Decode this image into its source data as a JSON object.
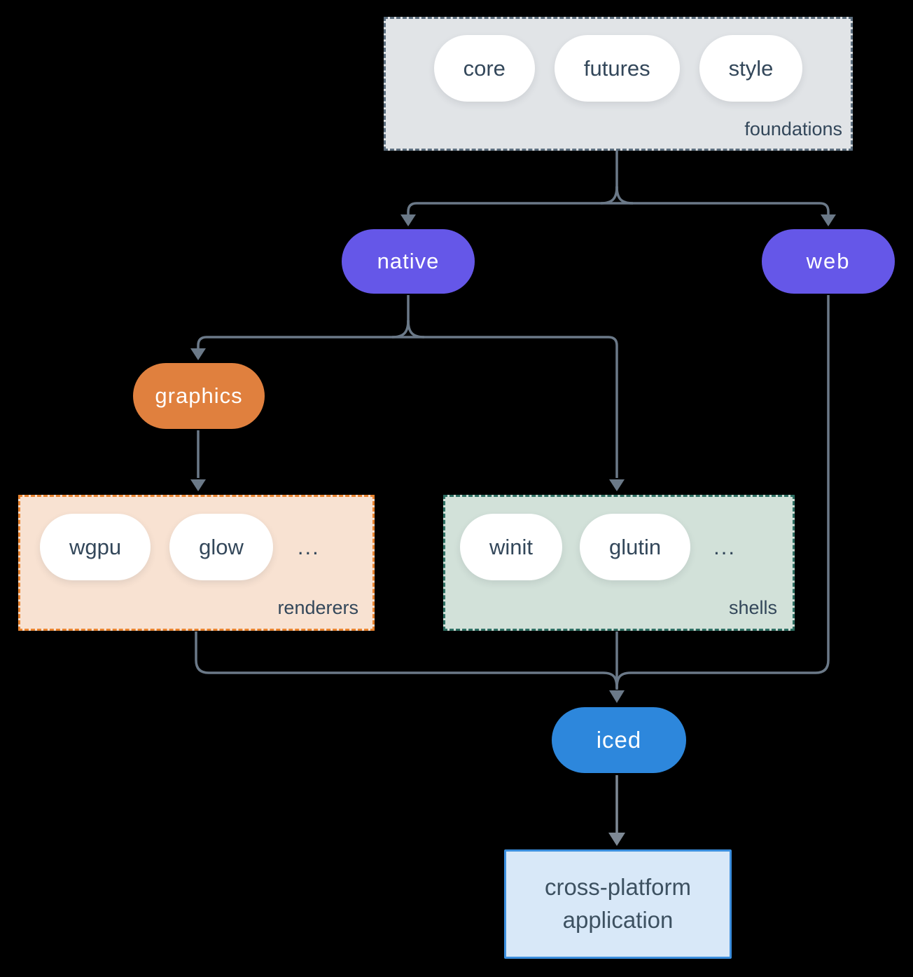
{
  "groups": {
    "foundations": {
      "label": "foundations",
      "items": [
        "core",
        "futures",
        "style"
      ]
    },
    "renderers": {
      "label": "renderers",
      "items": [
        "wgpu",
        "glow"
      ],
      "more": "..."
    },
    "shells": {
      "label": "shells",
      "items": [
        "winit",
        "glutin"
      ],
      "more": "..."
    }
  },
  "nodes": {
    "native": "native",
    "web": "web",
    "graphics": "graphics",
    "iced": "iced",
    "application": {
      "line1": "cross-platform",
      "line2": "application"
    }
  },
  "colors": {
    "background": "#000000",
    "arrow": "#6b7988",
    "arrow_light": "#7e8995",
    "node_text": "#ffffff",
    "label_text": "#33475a",
    "pill_bg": "#ffffff",
    "purple": "#6557e8",
    "orange": "#e0803e",
    "blue": "#2d87dc",
    "foundations_bg": "#e1e4e7",
    "foundations_border": "#5c6e7e",
    "renderers_bg": "#f8e2d2",
    "renderers_border": "#e8832f",
    "shells_bg": "#d2e1d9",
    "shells_border": "#2e6f63",
    "app_bg": "#d8e8f8",
    "app_border": "#3b8edd",
    "app_text": "#3d5161"
  }
}
